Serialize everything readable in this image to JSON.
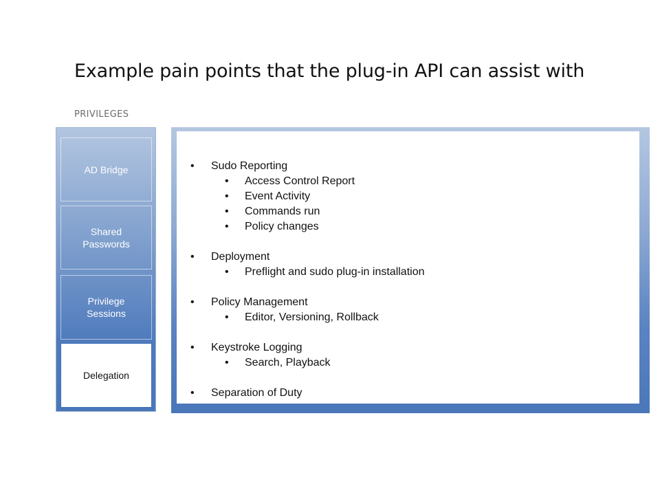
{
  "slide": {
    "title": "Example pain points that the plug-in API can assist with",
    "section_label": "PRIVILEGES"
  },
  "tabs": [
    {
      "label": "AD Bridge",
      "selected": false
    },
    {
      "label": "Shared\nPasswords",
      "selected": false
    },
    {
      "label": "Privilege\nSessions",
      "selected": false
    },
    {
      "label": "Delegation",
      "selected": true
    }
  ],
  "content": {
    "groups": [
      {
        "label": "Sudo Reporting",
        "items": [
          "Access Control Report",
          "Event Activity",
          "Commands run",
          "Policy changes"
        ]
      },
      {
        "label": "Deployment",
        "items": [
          "Preflight and sudo plug-in installation"
        ]
      },
      {
        "label": "Policy Management",
        "items": [
          "Editor, Versioning, Rollback"
        ]
      },
      {
        "label": "Keystroke Logging",
        "items": [
          "Search, Playback"
        ]
      },
      {
        "label": "Separation of Duty",
        "items": []
      }
    ]
  },
  "colors": {
    "accent_blue": "#4a77b9",
    "light_blue": "#b3c6e0",
    "title_text": "#111111",
    "label_gray": "#6b6b6b"
  }
}
